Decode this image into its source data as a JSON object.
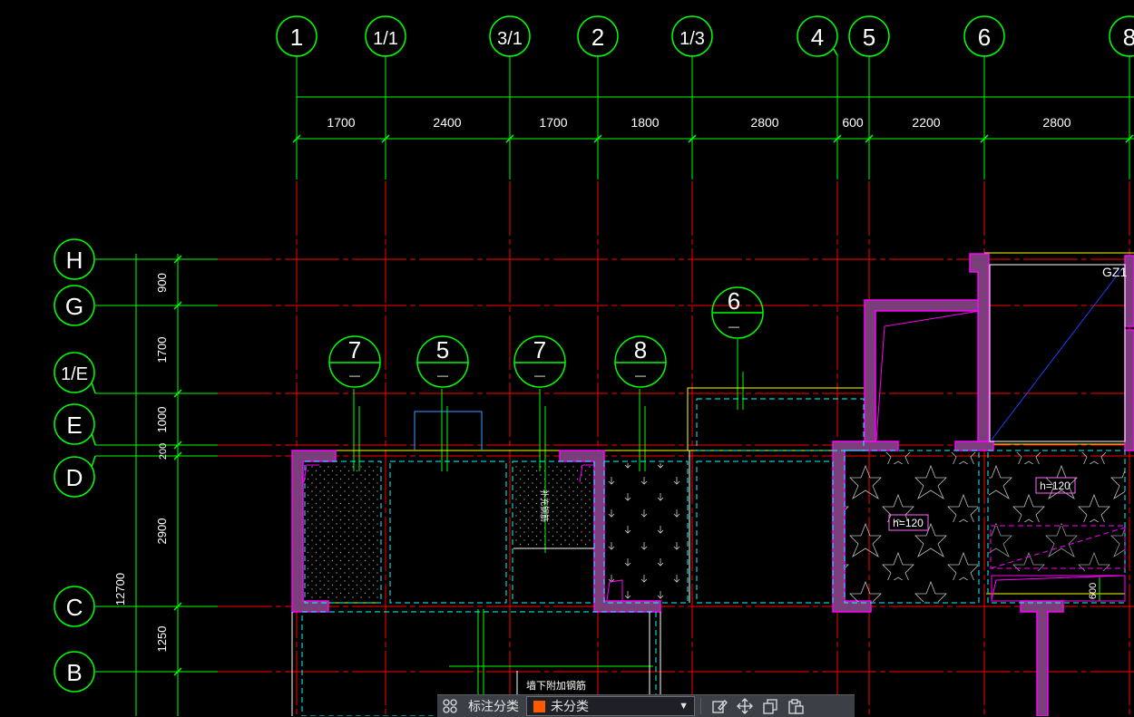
{
  "grid_axes_vertical": [
    "1",
    "1/1",
    "3/1",
    "2",
    "1/3",
    "4",
    "5",
    "6",
    "8"
  ],
  "grid_axes_horizontal": [
    "H",
    "G",
    "1/E",
    "E",
    "D",
    "C",
    "B"
  ],
  "top_dimensions": [
    "1700",
    "2400",
    "1700",
    "1800",
    "2800",
    "600",
    "2200",
    "2800"
  ],
  "side_dimensions": [
    "900",
    "1700",
    "1000",
    "200",
    "2900",
    "1250"
  ],
  "total_dimension": "12700",
  "room_tags": [
    "7",
    "5",
    "7",
    "8",
    "6"
  ],
  "room_tag_sub": "—",
  "annotations": {
    "gz_label": "GZ1",
    "slab_h_left": "h=120",
    "slab_h_right": "h=120",
    "dim_600": "600",
    "vertical_note": "补充钢筋",
    "note_bottom": "墙下附加钢筋"
  },
  "toolbar": {
    "label": "标注分类",
    "selected": "未分类",
    "swatch_color": "#ff5a00"
  },
  "colors": {
    "grid_green": "#00ff00",
    "axis_red": "#ff0000",
    "wall_magenta": "#ff00ff",
    "wall_fill": "#7a3f7a",
    "dashed_cyan": "#00ffff",
    "yellow": "#ffff00"
  }
}
